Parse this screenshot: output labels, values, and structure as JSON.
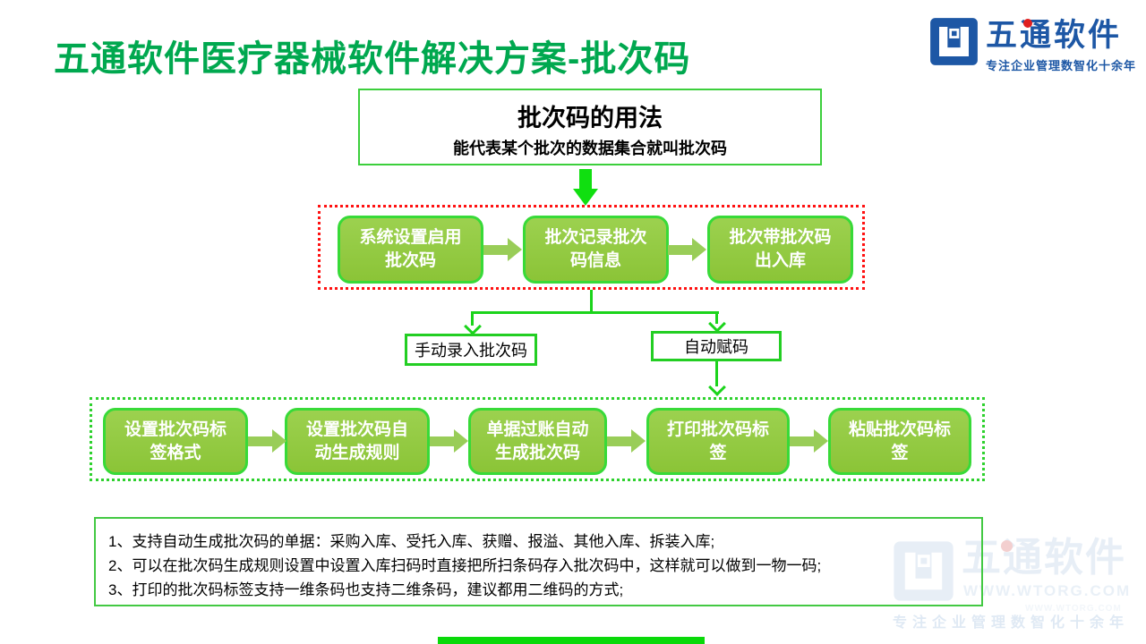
{
  "header": {
    "title": "五通软件医疗器械软件解决方案-批次码"
  },
  "logo": {
    "name": "五通软件",
    "tagline": "专注企业管理数智化十余年"
  },
  "usage_box": {
    "title": "批次码的用法",
    "subtitle": "能代表某个批次的数据集合就叫批次码"
  },
  "flow_top": {
    "steps": [
      "系统设置启用\n批次码",
      "批次记录批次\n码信息",
      "批次带批次码\n出入库"
    ]
  },
  "branch": {
    "left": "手动录入批次码",
    "right": "自动赋码"
  },
  "flow_bottom": {
    "steps": [
      "设置批次码标\n签格式",
      "设置批次码自\n动生成规则",
      "单据过账自动\n生成批次码",
      "打印批次码标\n签",
      "粘贴批次码标\n签"
    ]
  },
  "notes": {
    "lines": [
      "1、支持自动生成批次码的单据：采购入库、受托入库、获赠、报溢、其他入库、拆装入库;",
      "2、可以在批次码生成规则设置中设置入库扫码时直接把所扫条码存入批次码中，这样就可以做到一物一码;",
      "3、打印的批次码标签支持一维条码也支持二维条码，建议都用二维码的方式;"
    ]
  },
  "watermark": {
    "name": "五通软件",
    "url": "WWW.WTORG.COM",
    "url_ghost": "WWW.WTORG.COM",
    "tagline": "专注企业管理数智化十余年"
  },
  "colors": {
    "title_green": "#00A84F",
    "step_fill": "#8BC437",
    "step_border": "#38DA38",
    "line_green": "#1BD41B",
    "red_dashed": "#FF1111",
    "logo_blue": "#1D57A5"
  }
}
